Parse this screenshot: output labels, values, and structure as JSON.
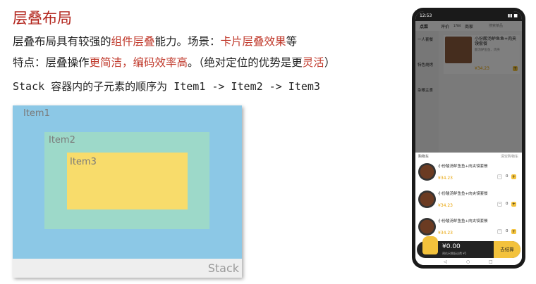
{
  "slide": {
    "title": "层叠布局",
    "line1": {
      "p1": "层叠布局具有较强的",
      "h1": "组件层叠",
      "p2": "能力。场景：",
      "h2": "卡片层叠效果",
      "p3": "等"
    },
    "line2": {
      "p1": "特点：层叠操作",
      "h1": "更简洁，编码效率高",
      "p2": "。（绝对定位的优势是更",
      "h2": "灵活",
      "p3": "）"
    },
    "line3": "Stack 容器内的子元素的顺序为 Item1 -> Item2 -> Item3"
  },
  "stack_demo": {
    "item1": "Item1",
    "item2": "Item2",
    "item3": "Item3",
    "stack": "Stack",
    "colors": {
      "item1": "#8cc8e6",
      "item2": "#9dd9c9",
      "item3": "#f8dc6b"
    }
  },
  "phone": {
    "time": "12:53",
    "tabs": {
      "order": "点菜",
      "review": "评价",
      "review_count": "1784",
      "merchant": "商家",
      "search": "搜索菜品"
    },
    "sidebar": [
      "一人套餐",
      "特色烧烤",
      "杂粮主食"
    ],
    "dish": {
      "name": "小份酸汤鲈鱼鱼+肉夹馍套餐",
      "desc": "酸汤鲈鱼鱼、肉夹",
      "price": "¥34.23"
    },
    "cart": {
      "title": "购物车",
      "clear": "清空购物车",
      "items": [
        {
          "name": "小份酸汤鲈鱼鱼+肉夹馍套餐",
          "price": "¥34.23",
          "qty": "0"
        },
        {
          "name": "小份酸汤鲈鱼鱼+肉夹馍套餐",
          "price": "¥34.23",
          "qty": "0"
        },
        {
          "name": "小份酸汤鲈鱼鱼+肉夹馍套餐",
          "price": "¥34.23",
          "qty": "0"
        }
      ]
    },
    "pay": {
      "total": "¥0.00",
      "sub": "预估另需配送费 ¥5",
      "button": "去结算"
    },
    "nav": {
      "back": "◁",
      "home": "○",
      "recent": "□"
    }
  }
}
